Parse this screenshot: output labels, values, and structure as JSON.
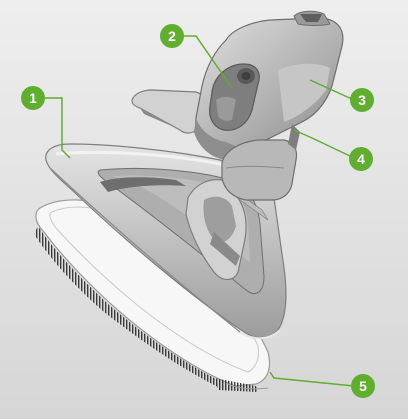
{
  "colors": {
    "background_top": "#eeeeee",
    "background_bottom": "#d6d6d6",
    "callout_fill": "#5fae2e",
    "callout_text": "#ffffff",
    "leader_line": "#5fae2e",
    "body_light": "#d2d2d2",
    "body_mid": "#aeaeae",
    "body_dark": "#7e7e7e",
    "pad_white": "#f7f7f7",
    "bristles": "#3a3a3a"
  },
  "callouts": [
    {
      "id": "c1",
      "label": "1",
      "part": "main-body"
    },
    {
      "id": "c2",
      "label": "2",
      "part": "release-button"
    },
    {
      "id": "c3",
      "label": "3",
      "part": "handle-connector"
    },
    {
      "id": "c4",
      "label": "4",
      "part": "swivel-joint"
    },
    {
      "id": "c5",
      "label": "5",
      "part": "cleaning-pad"
    }
  ]
}
